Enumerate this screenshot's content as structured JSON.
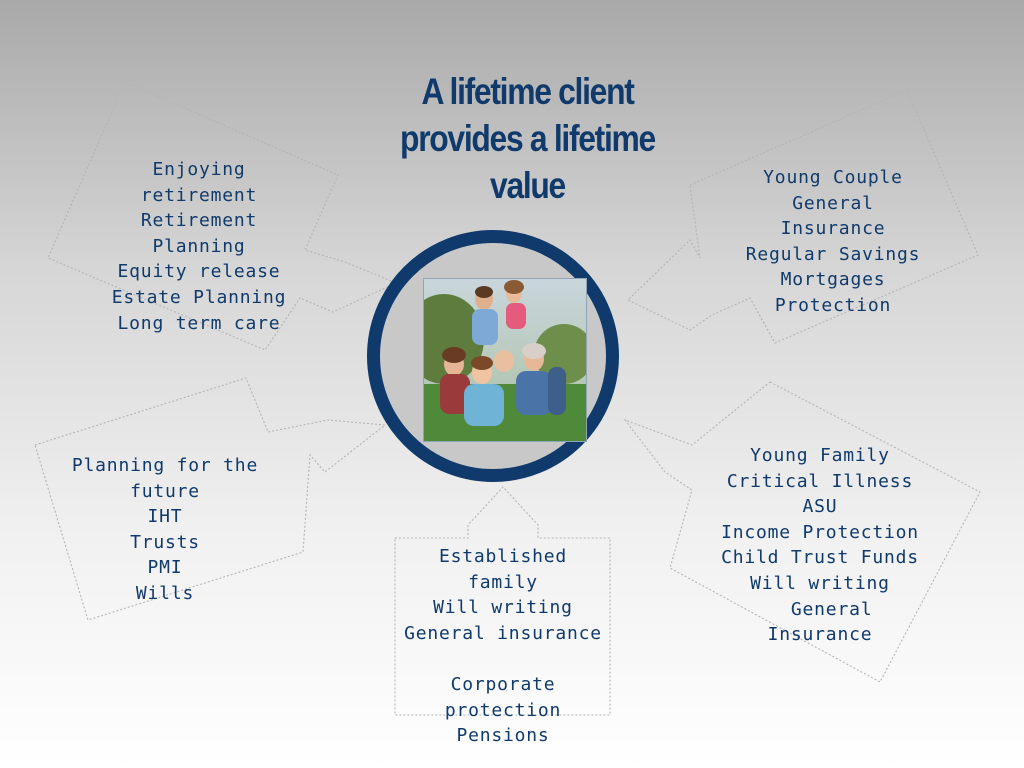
{
  "title_lines": [
    "A lifetime client",
    "provides a lifetime",
    "value"
  ],
  "stages": {
    "retire": [
      "Enjoying",
      "retirement",
      "Retirement",
      "Planning",
      "Equity release",
      "Estate Planning",
      "Long term care"
    ],
    "couple": [
      "Young Couple",
      "General",
      "Insurance",
      "Regular Savings",
      "Mortgages",
      "Protection"
    ],
    "future": [
      "Planning for the",
      "future",
      "IHT",
      "Trusts",
      "PMI",
      "Wills"
    ],
    "established": [
      "Established",
      "family",
      "Will writing",
      "General insurance",
      "",
      "Corporate",
      "protection",
      "Pensions"
    ],
    "family": [
      "Young Family",
      "Critical Illness",
      "ASU",
      "Income Protection",
      "Child Trust Funds",
      "Will writing",
      "  General",
      "Insurance"
    ]
  },
  "colors": {
    "accent": "#0f3a6b",
    "arrow_outline": "#b4b4b4"
  }
}
